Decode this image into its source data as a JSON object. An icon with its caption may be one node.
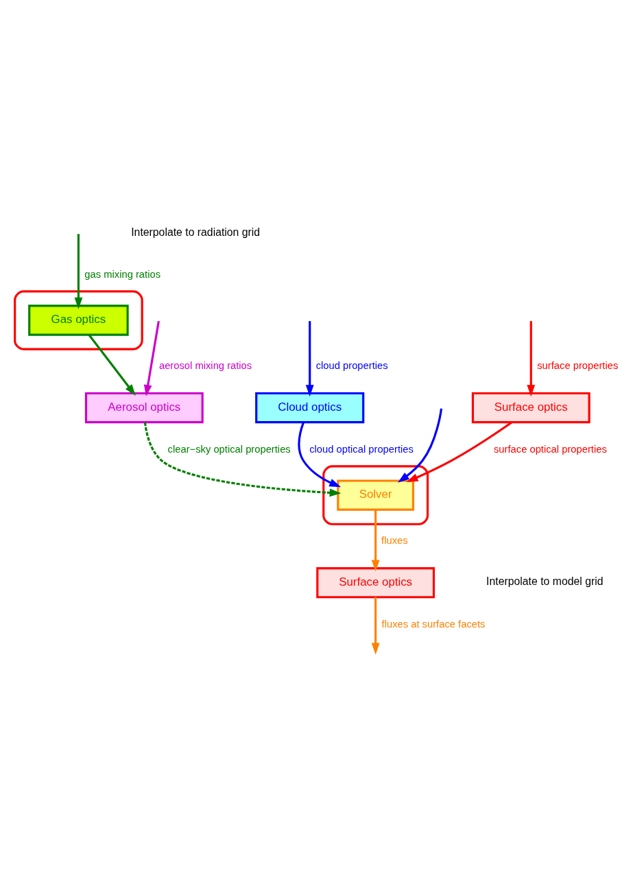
{
  "diagram": {
    "nodes": [
      {
        "text": [
          "Surface optics"
        ]
      },
      {
        "text": [],
        "shape": "ellipse"
      },
      {
        "text": [
          "Gas optics"
        ],
        "in": 1
      },
      {
        "text": [
          "Aerosol optics"
        ]
      },
      {
        "text": [
          "Cloud optics"
        ]
      },
      {
        "text": [],
        "shape": "ellipse"
      },
      {
        "text": [
          "Solver"
        ],
        "in": 5
      },
      {
        "text": [
          "Surface optics"
        ]
      }
    ],
    "edges": [
      {
        "from": null,
        "to": 0,
        "arrow": "to",
        "label": "surface properties",
        "color": "#ff0000"
      },
      {
        "from": 0,
        "to": 6,
        "arrow": "to",
        "label": "surface optical properties",
        "color": "#ff0000"
      },
      {
        "from": null,
        "to": 2,
        "arrow": "to",
        "label": "gas mixing ratios",
        "color": "#008000"
      },
      {
        "from": 2,
        "to": 3,
        "arrow": "to",
        "color": "#008000"
      },
      {
        "from": null,
        "to": 3,
        "arrow": "to",
        "label": "aerosol mixing ratios",
        "color": "#cc00cc"
      },
      {
        "from": 3,
        "to": 6,
        "arrow": "to",
        "label": "clear−sky optical properties",
        "color": "#008000",
        "style": "dashed"
      },
      {
        "from": null,
        "to": 4,
        "arrow": "to",
        "label": "cloud properties",
        "color": "#0000ff"
      },
      {
        "from": null,
        "to": 6,
        "arrow": "to",
        "color": "#0000ff"
      },
      {
        "from": 4,
        "to": 6,
        "arrow": "to",
        "label": "cloud optical properties",
        "color": "#0000ff"
      },
      {
        "from": 6,
        "to": 7,
        "arrow": "to",
        "label": "fluxes",
        "color": "#ff8000"
      },
      {
        "from": 7,
        "to": null,
        "arrow": "to",
        "label": "fluxes at surface facets",
        "color": "#ff8000"
      }
    ],
    "labels": [
      "Interpolate to radiation grid",
      "Interpolate to model grid"
    ]
  }
}
